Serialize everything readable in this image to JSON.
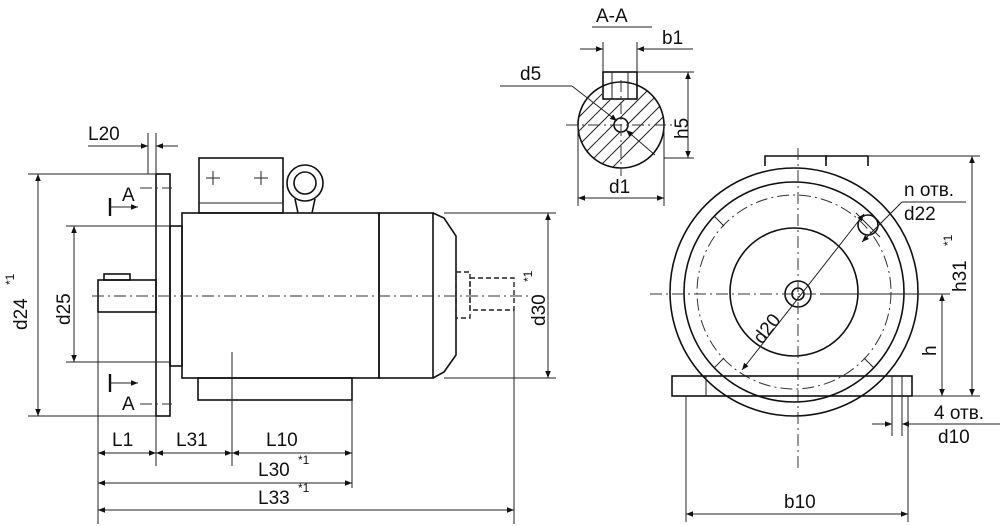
{
  "labels": {
    "section": "А-А",
    "b1": "b1",
    "d5": "d5",
    "h5": "h5",
    "d1": "d1",
    "L20": "L20",
    "A_top": "A",
    "A_bottom": "A",
    "d24": "d24",
    "d24_sup": "*1",
    "d25": "d25",
    "d30": "d30",
    "d30_sup": "*1",
    "L1": "L1",
    "L31": "L31",
    "L10": "L10",
    "L30": "L30",
    "L30_sup": "*1",
    "L33": "L33",
    "L33_sup": "*1",
    "n_holes": "n отв.",
    "d22": "d22",
    "h31": "h31",
    "h31_sup": "*1",
    "d20": "d20",
    "h": "h",
    "holes_4": "4 отв.",
    "d10": "d10",
    "b10": "b10"
  }
}
